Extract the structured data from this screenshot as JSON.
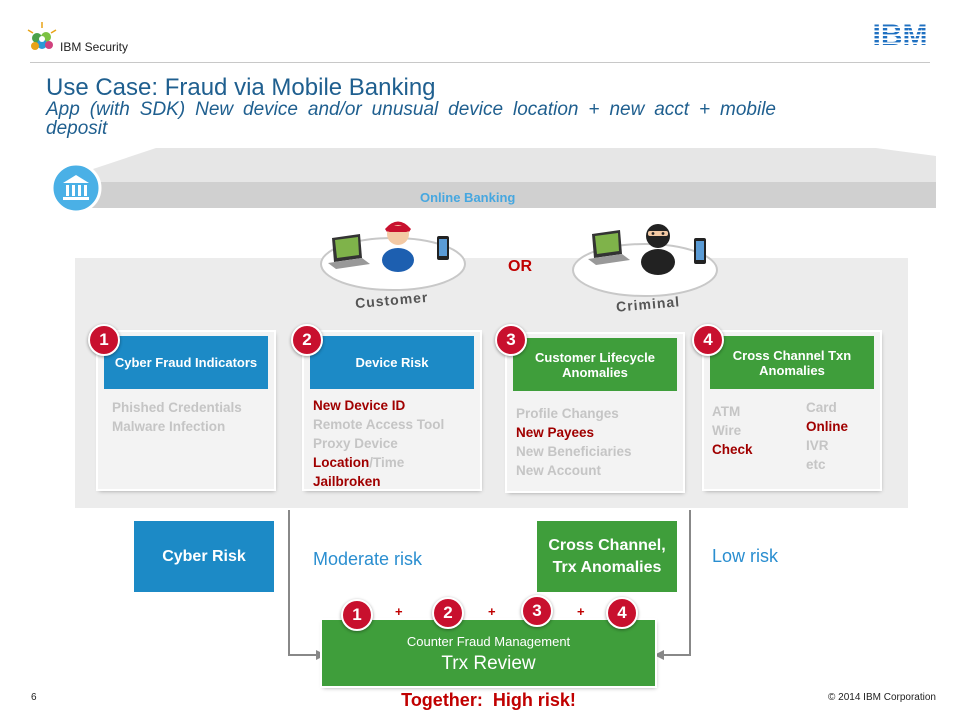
{
  "header": {
    "brand": "IBM Security",
    "logo_text": "IBM"
  },
  "title": "Use Case: Fraud via Mobile Banking",
  "subtitle": "App (with SDK) New device and/or unusual device location + new acct + mobile deposit",
  "banner": {
    "label": "Online Banking"
  },
  "actors": {
    "customer": "Customer",
    "criminal": "Criminal",
    "or": "OR"
  },
  "cards": [
    {
      "number": "1",
      "title": "Cyber Fraud Indicators",
      "color": "blue",
      "items": [
        {
          "text": "Phished Credentials"
        },
        {
          "text": "Malware Infection"
        }
      ]
    },
    {
      "number": "2",
      "title": "Device Risk",
      "color": "blue",
      "items": [
        {
          "text": "New Device ID",
          "highlight": true
        },
        {
          "text": "Remote Access Tool"
        },
        {
          "text": "Proxy Device"
        },
        {
          "text": "Location",
          "suffix": "/Time",
          "highlight": true
        },
        {
          "text": "Jailbroken",
          "highlight": true
        }
      ]
    },
    {
      "number": "3",
      "title": "Customer Lifecycle Anomalies",
      "color": "green",
      "items": [
        {
          "text": "Profile Changes"
        },
        {
          "text": "New Payees",
          "highlight": true
        },
        {
          "text": "New Beneficiaries"
        },
        {
          "text": "New Account"
        }
      ]
    },
    {
      "number": "4",
      "title": "Cross Channel Txn Anomalies",
      "color": "green",
      "col1": [
        {
          "text": "ATM"
        },
        {
          "text": "Wire"
        },
        {
          "text": "Check",
          "highlight": true
        }
      ],
      "col2": [
        {
          "text": "Card"
        },
        {
          "text": "Online",
          "highlight": true
        },
        {
          "text": "IVR"
        },
        {
          "text": "etc"
        }
      ]
    }
  ],
  "risks": {
    "cyber": "Cyber Risk",
    "moderate": "Moderate risk",
    "cross": "Cross Channel, Trx Anomalies",
    "low": "Low risk"
  },
  "trx": {
    "caption": "Counter Fraud Management",
    "title": "Trx Review",
    "badges": [
      "1",
      "2",
      "3",
      "4"
    ],
    "plus": "+"
  },
  "conclusion": "Together:  High risk!",
  "footer": {
    "page": "6",
    "copyright": "© 2014 IBM Corporation"
  },
  "colors": {
    "blue": "#1c8ac6",
    "green": "#3f9e3b",
    "red": "#c8102e",
    "title": "#1f5f8f"
  }
}
